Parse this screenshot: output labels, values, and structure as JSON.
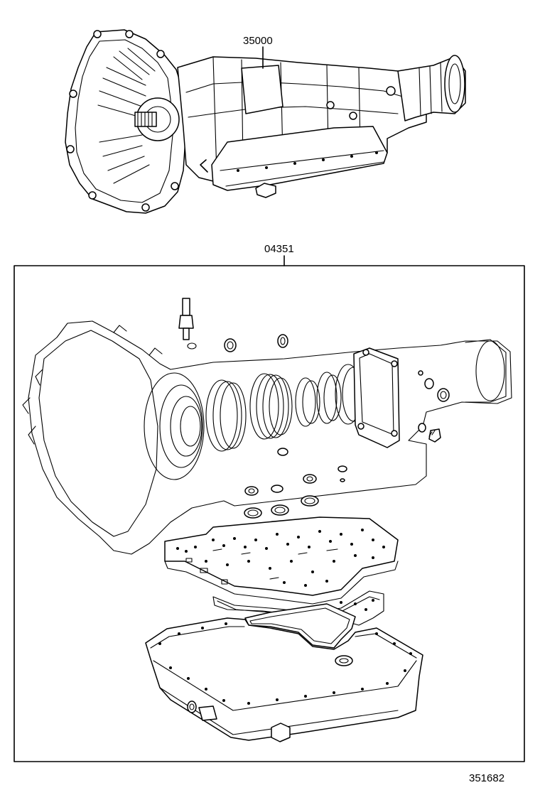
{
  "diagram": {
    "part_transmission_assembly": "35000",
    "part_overhaul_gasket_kit": "04351",
    "illustration_number": "351682"
  }
}
